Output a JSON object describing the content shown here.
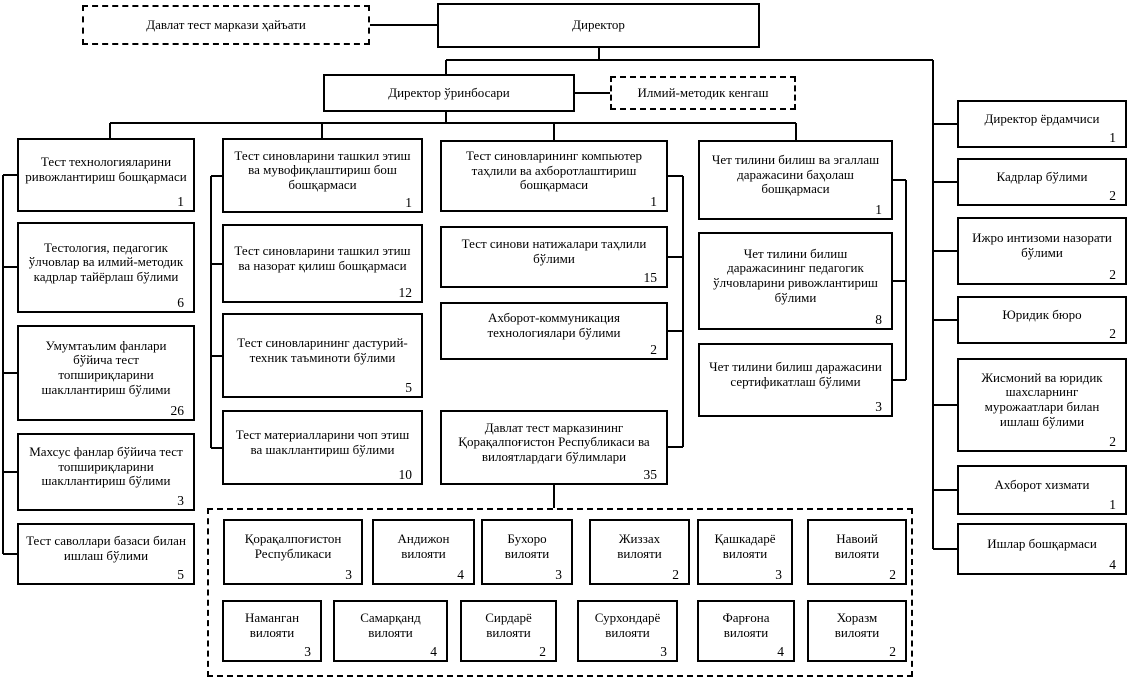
{
  "org": {
    "board": {
      "label": "Давлат тест маркази ҳайъати"
    },
    "director": {
      "label": "Директор"
    },
    "deputy": {
      "label": "Директор ўринбосари"
    },
    "council": {
      "label": "Илмий-методик кенгаш"
    },
    "col1": [
      {
        "label": "Тест технологияларини ривожлантириш бошқармаси",
        "count": "1"
      },
      {
        "label": "Тестология, педагогик ўлчовлар ва илмий-методик кадрлар тайёрлаш бўлими",
        "count": "6"
      },
      {
        "label": "Умумтаълим фанлари бўйича тест топшириқларини шакллантириш бўлими",
        "count": "26"
      },
      {
        "label": "Махсус фанлар бўйича тест топшириқларини шакллантириш бўлими",
        "count": "3"
      },
      {
        "label": "Тест саволлари базаси билан ишлаш бўлими",
        "count": "5"
      }
    ],
    "col2": [
      {
        "label": "Тест синовларини ташкил этиш ва мувофиқлаштириш бош бошқармаси",
        "count": "1"
      },
      {
        "label": "Тест синовларини ташкил этиш ва назорат қилиш бошқармаси",
        "count": "12"
      },
      {
        "label": "Тест синовларининг дастурий-техник таъминоти бўлими",
        "count": "5"
      },
      {
        "label": "Тест материалларини чоп этиш ва шакллантириш бўлими",
        "count": "10"
      }
    ],
    "col3": [
      {
        "label": "Тест синовларининг компьютер таҳлили ва ахборотлаштириш бошқармаси",
        "count": "1"
      },
      {
        "label": "Тест синови натижалари таҳлили бўлими",
        "count": "15"
      },
      {
        "label": "Ахборот-коммуникация технологиялари бўлими",
        "count": "2"
      }
    ],
    "regional_hq": {
      "label": "Давлат тест марказининг Қорақалпоғистон Республикаси ва вилоятлардаги бўлимлари",
      "count": "35"
    },
    "col4": [
      {
        "label": "Чет тилини билиш ва эгаллаш даражасини баҳолаш бошқармаси",
        "count": "1"
      },
      {
        "label": "Чет тилини билиш даражасининг педагогик ўлчовларини ривожлантириш бўлими",
        "count": "8"
      },
      {
        "label": "Чет тилини билиш даражасини сертификатлаш бўлими",
        "count": "3"
      }
    ],
    "right_col": [
      {
        "label": "Директор ёрдамчиси",
        "count": "1"
      },
      {
        "label": "Кадрлар бўлими",
        "count": "2"
      },
      {
        "label": "Ижро интизоми назорати бўлими",
        "count": "2"
      },
      {
        "label": "Юридик бюро",
        "count": "2"
      },
      {
        "label": "Жисмоний ва юридик шахсларнинг мурожаатлари билан ишлаш бўлими",
        "count": "2"
      },
      {
        "label": "Ахборот хизмати",
        "count": "1"
      },
      {
        "label": "Ишлар бошқармаси",
        "count": "4"
      }
    ],
    "regions": [
      {
        "label": "Қорақалпоғистон Республикаси",
        "count": "3"
      },
      {
        "label": "Андижон вилояти",
        "count": "4"
      },
      {
        "label": "Бухоро вилояти",
        "count": "3"
      },
      {
        "label": "Жиззах вилояти",
        "count": "2"
      },
      {
        "label": "Қашкадарё вилояти",
        "count": "3"
      },
      {
        "label": "Навоий вилояти",
        "count": "2"
      },
      {
        "label": "Наманган вилояти",
        "count": "3"
      },
      {
        "label": "Самарқанд вилояти",
        "count": "4"
      },
      {
        "label": "Сирдарё вилояти",
        "count": "2"
      },
      {
        "label": "Сурхондарё вилояти",
        "count": "3"
      },
      {
        "label": "Фарғона вилояти",
        "count": "4"
      },
      {
        "label": "Хоразм вилояти",
        "count": "2"
      }
    ],
    "colors": {
      "line": "#000000",
      "box_bg": "#ffffff",
      "page_bg": "#ffffff"
    }
  }
}
